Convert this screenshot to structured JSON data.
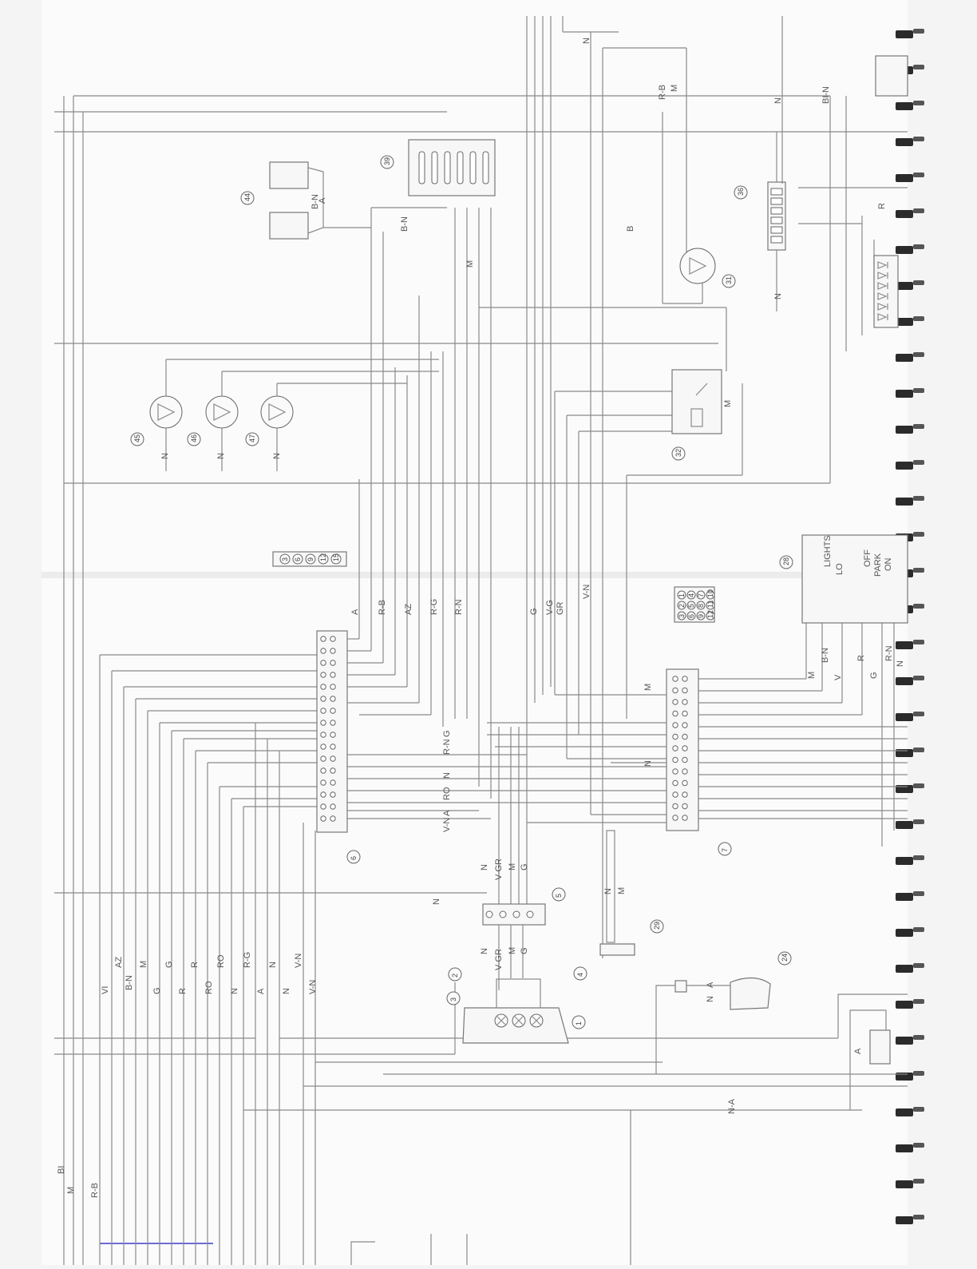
{
  "diagram": {
    "component_numbers": [
      "1",
      "2",
      "3",
      "4",
      "5",
      "6",
      "7",
      "24",
      "28",
      "29",
      "31",
      "32",
      "36",
      "39",
      "44",
      "45",
      "46",
      "47"
    ],
    "wire_labels": {
      "left_bus": [
        "VI",
        "AZ",
        "B-N",
        "M",
        "G",
        "G",
        "R",
        "R",
        "RO",
        "RO",
        "N",
        "R-G",
        "A",
        "N",
        "N",
        "V-N",
        "V-N"
      ],
      "bottom_left": [
        "BI",
        "M",
        "R-B"
      ],
      "connector6_top": [
        "A",
        "R-B",
        "AZ",
        "R-G",
        "R-N"
      ],
      "connector6_bottom": [
        "G",
        "R-N",
        "N",
        "RO",
        "A",
        "V-N"
      ],
      "connector7_top": [
        "G",
        "V-G",
        "GR",
        "V-N"
      ],
      "connector7_side": [
        "M",
        "N"
      ],
      "switch_28": [
        "M",
        "B-N",
        "V",
        "R",
        "G",
        "R-N",
        "N"
      ],
      "block5_top": [
        "N",
        "V-GR",
        "M",
        "G"
      ],
      "block5_bottom": [
        "N",
        "V-GR",
        "M",
        "G"
      ],
      "block5_left": "N",
      "item29": [
        "N",
        "M"
      ],
      "item24": [
        "A",
        "N"
      ],
      "bottom_wire": "N-A",
      "lower_right": "A",
      "top": [
        "N",
        "R-B",
        "M",
        "N",
        "BI-N"
      ],
      "b_n_39": "B-N",
      "b_n_44": "B-N",
      "a_44": "A",
      "m_mid": "M",
      "b_31": "B",
      "n_36": "N",
      "r_36": "R",
      "lamps": [
        "N",
        "N",
        "N"
      ],
      "relay32": "M"
    },
    "switch_28_positions": [
      "LIGHTS",
      "LO",
      "OFF",
      "PARK",
      "ON"
    ],
    "connector_pins_6": [
      "3",
      "6",
      "9",
      "12",
      "15"
    ],
    "connector_pins_7": [
      "1",
      "2",
      "3",
      "4",
      "5",
      "6",
      "7",
      "8",
      "9",
      "10",
      "11",
      "12"
    ]
  }
}
